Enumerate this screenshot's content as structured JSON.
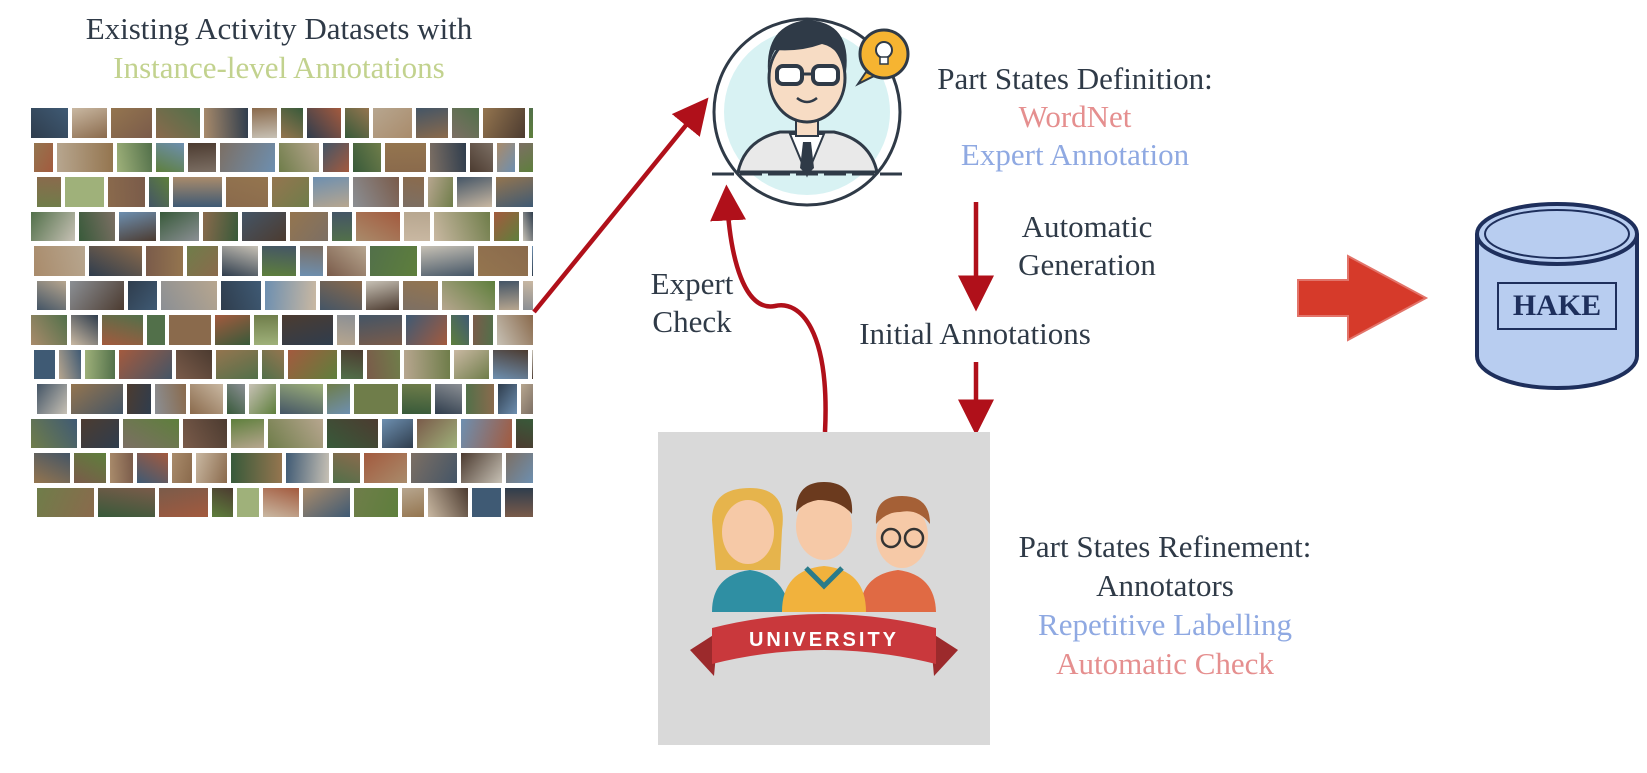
{
  "datasets": {
    "title_line1": "Existing Activity Datasets with",
    "title_line2": "Instance-level Annotations"
  },
  "definition": {
    "title": "Part States Definition:",
    "source1": "WordNet",
    "source2": "Expert Annotation"
  },
  "flow": {
    "auto_gen_line1": "Automatic",
    "auto_gen_line2": "Generation",
    "initial": "Initial Annotations",
    "expert_check_line1": "Expert",
    "expert_check_line2": "Check"
  },
  "refinement": {
    "title": "Part States Refinement:",
    "line1": "Annotators",
    "line2": "Repetitive Labelling",
    "line3": "Automatic Check"
  },
  "annotators": {
    "banner": "UNIVERSITY"
  },
  "database": {
    "label": "HAKE"
  },
  "colors": {
    "arrow": "#b0101a",
    "big_arrow": "#d63a2a",
    "db_fill": "#b8cdf0",
    "db_stroke": "#1e2f5c",
    "annotator_bg": "#d9d9d9"
  }
}
